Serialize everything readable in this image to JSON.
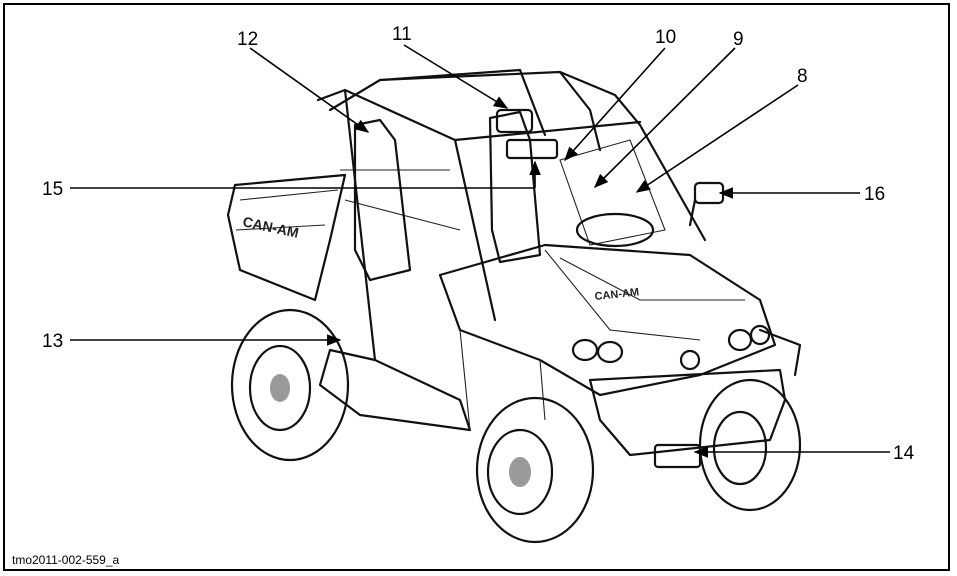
{
  "figure_id": "tmo2011-002-559_a",
  "brand_marks": {
    "bed_logo": "CAN-AM",
    "hood_logo": "CAN-AM"
  },
  "callouts": [
    {
      "id": "c8",
      "label": "8"
    },
    {
      "id": "c9",
      "label": "9"
    },
    {
      "id": "c10",
      "label": "10"
    },
    {
      "id": "c11",
      "label": "11"
    },
    {
      "id": "c12",
      "label": "12"
    },
    {
      "id": "c13",
      "label": "13"
    },
    {
      "id": "c14",
      "label": "14"
    },
    {
      "id": "c15",
      "label": "15"
    },
    {
      "id": "c16",
      "label": "16"
    }
  ]
}
